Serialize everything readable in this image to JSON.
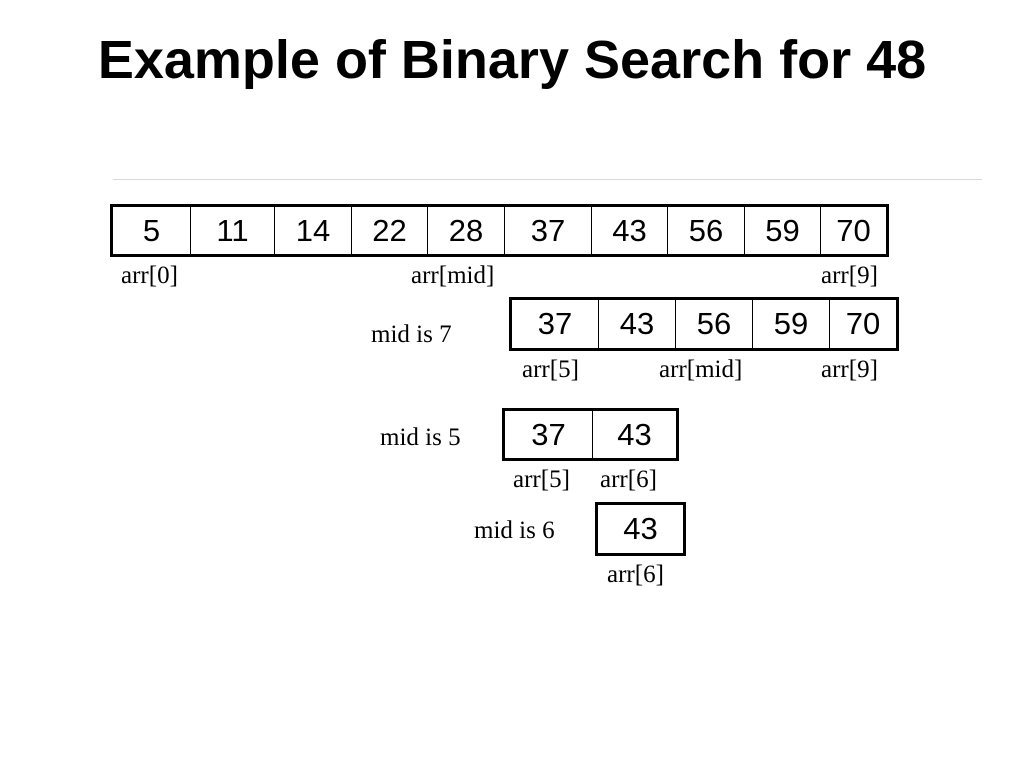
{
  "title": "Example of Binary Search for 48",
  "row1": {
    "cells": [
      "5",
      "11",
      "14",
      "22",
      "28",
      "37",
      "43",
      "56",
      "59",
      "70"
    ],
    "labels": {
      "left": "arr[0]",
      "mid": "arr[mid]",
      "right": "arr[9]"
    }
  },
  "row2": {
    "note": "mid is 7",
    "cells": [
      "37",
      "43",
      "56",
      "59",
      "70"
    ],
    "labels": {
      "left": "arr[5]",
      "mid": "arr[mid]",
      "right": "arr[9]"
    }
  },
  "row3": {
    "note": "mid is 5",
    "cells": [
      "37",
      "43"
    ],
    "labels": {
      "left": "arr[5]",
      "right": "arr[6]"
    }
  },
  "row4": {
    "note": "mid is 6",
    "cells": [
      "43"
    ],
    "labels": {
      "only": "arr[6]"
    }
  }
}
